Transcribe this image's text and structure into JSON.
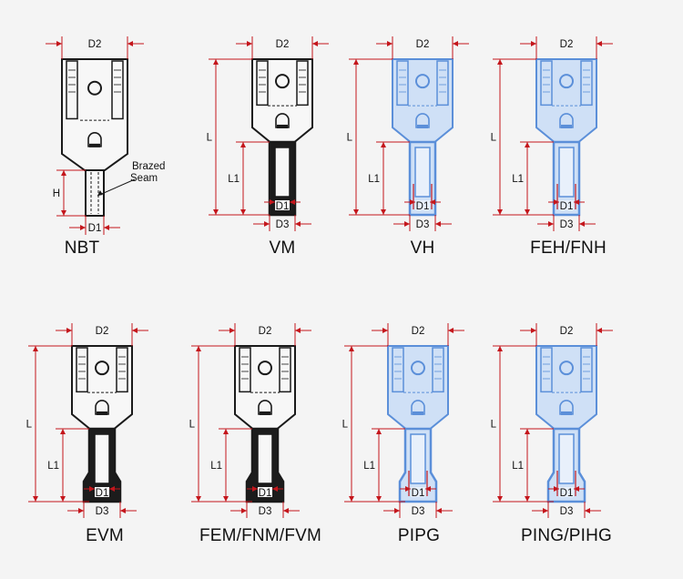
{
  "terminals": [
    {
      "id": "nbt",
      "caption": "NBT",
      "variant": "nbt",
      "color": "black",
      "labels": {
        "d2": "D2",
        "h": "H",
        "d1": "D1",
        "note1": "Brazed",
        "note2": "Seam"
      }
    },
    {
      "id": "vm",
      "caption": "VM",
      "variant": "vinyl",
      "color": "black",
      "labels": {
        "d2": "D2",
        "l": "L",
        "l1": "L1",
        "d1": "D1",
        "d3": "D3"
      }
    },
    {
      "id": "vh",
      "caption": "VH",
      "variant": "vinyl",
      "color": "blue",
      "labels": {
        "d2": "D2",
        "l": "L",
        "l1": "L1",
        "d1": "D1",
        "d3": "D3"
      }
    },
    {
      "id": "feh",
      "caption": "FEH/FNH",
      "variant": "vinyl",
      "color": "blue",
      "labels": {
        "d2": "D2",
        "l": "L",
        "l1": "L1",
        "d1": "D1",
        "d3": "D3"
      }
    },
    {
      "id": "evm",
      "caption": "EVM",
      "variant": "flared",
      "color": "black",
      "labels": {
        "d2": "D2",
        "l": "L",
        "l1": "L1",
        "d1": "D1",
        "d3": "D3"
      }
    },
    {
      "id": "fem",
      "caption": "FEM/FNM/FVM",
      "variant": "flared",
      "color": "black",
      "labels": {
        "d2": "D2",
        "l": "L",
        "l1": "L1",
        "d1": "D1",
        "d3": "D3"
      }
    },
    {
      "id": "pipg",
      "caption": "PIPG",
      "variant": "flared",
      "color": "blue",
      "labels": {
        "d2": "D2",
        "l": "L",
        "l1": "L1",
        "d1": "D1",
        "d3": "D3"
      }
    },
    {
      "id": "ping",
      "caption": "PING/PIHG",
      "variant": "flared",
      "color": "blue",
      "labels": {
        "d2": "D2",
        "l": "L",
        "l1": "L1",
        "d1": "D1",
        "d3": "D3"
      }
    }
  ],
  "colors": {
    "dimension": "#c4161c",
    "black_outline": "#1a1a1a",
    "blue_outline": "#5b8fd9",
    "blue_fill": "#cfe0f6",
    "background": "#f4f4f4"
  }
}
